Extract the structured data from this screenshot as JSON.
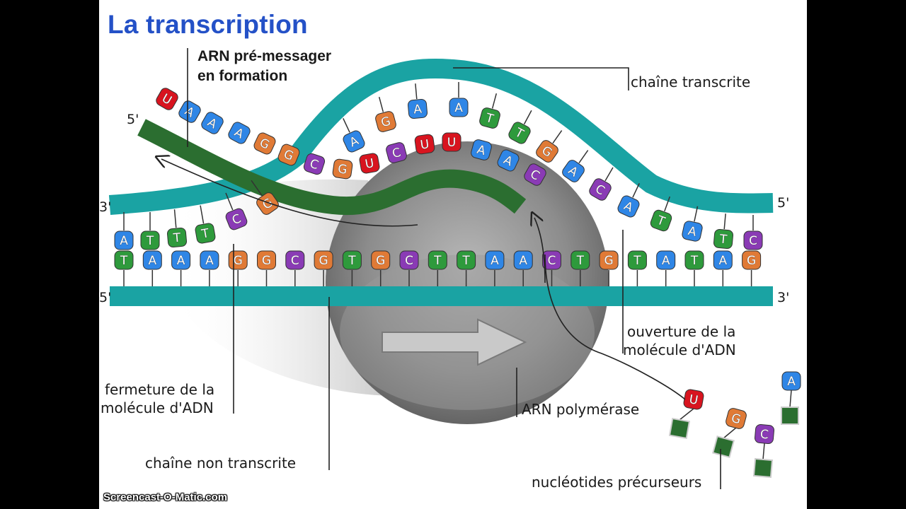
{
  "title": "La transcription",
  "labels": {
    "arn_pre_messager_1": "ARN pré-messager",
    "arn_pre_messager_2": "en formation",
    "chaine_transcrite": "chaîne transcrite",
    "ouverture_1": "ouverture de la",
    "ouverture_2": "molécule d'ADN",
    "fermeture_1": "fermeture de la",
    "fermeture_2": "molécule d'ADN",
    "arn_polymerase": "ARN polymérase",
    "chaine_non_transcrite": "chaîne non transcrite",
    "nucleotides_precurseurs": "nucléotides précurseurs"
  },
  "strand_ends": {
    "rna_5": "5'",
    "top_left_3": "3'",
    "top_right_5": "5'",
    "bottom_left_5": "5'",
    "bottom_right_3": "3'"
  },
  "watermark": "Screencast-O-Matic.com",
  "colors": {
    "A": "#2f86e6",
    "T": "#2e9a3c",
    "G": "#e07a36",
    "C": "#8a3bb5",
    "U": "#d8141f",
    "strand_teal": "#1aa3a3",
    "rna_green": "#2b6e30"
  },
  "sequences": {
    "rna": [
      "U",
      "A",
      "A",
      "A",
      "G",
      "G",
      "C",
      "G",
      "U",
      "C",
      "U",
      "U",
      "A",
      "A",
      "C"
    ],
    "template_bulge": [
      "A",
      "G",
      "A",
      "A",
      "T",
      "T",
      "G",
      "A",
      "C",
      "A",
      "T",
      "A",
      "T",
      "C"
    ],
    "template_left": [
      "A",
      "T",
      "T",
      "T",
      "C",
      "G"
    ],
    "coding": [
      "T",
      "A",
      "A",
      "A",
      "G",
      "G",
      "C",
      "G",
      "T",
      "G",
      "C",
      "T",
      "T",
      "A",
      "A",
      "C",
      "T",
      "G",
      "T",
      "A",
      "T",
      "A",
      "G"
    ],
    "precursors": [
      "U",
      "G",
      "C",
      "A"
    ]
  }
}
